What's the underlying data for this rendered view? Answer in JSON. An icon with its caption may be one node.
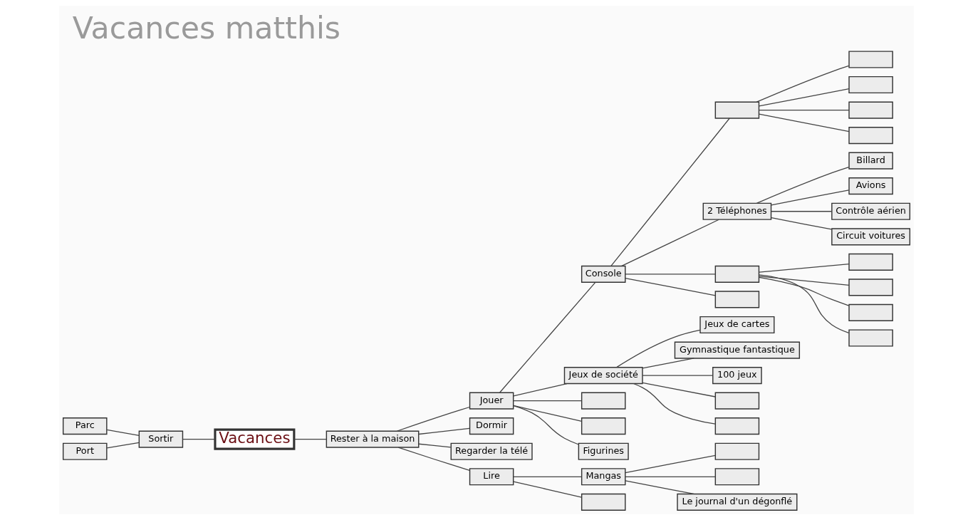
{
  "diagram": {
    "title": "Vacances matthis",
    "nodes": [
      {
        "text": [
          "Vacances"
        ]
      },
      {
        "text": [
          "Sortir"
        ]
      },
      {
        "text": [
          "Parc"
        ]
      },
      {
        "text": [
          "Port"
        ]
      },
      {
        "text": [
          "Rester à la maison"
        ]
      },
      {
        "text": [
          "Jouer"
        ]
      },
      {
        "text": [
          "Console"
        ]
      },
      {
        "text": [],
        "shape": "box"
      },
      {
        "text": [],
        "shape": "box"
      },
      {
        "text": [],
        "shape": "box"
      },
      {
        "text": [],
        "shape": "box"
      },
      {
        "text": [],
        "shape": "box"
      },
      {
        "text": [
          "2 Téléphones"
        ]
      },
      {
        "text": [
          "Billard"
        ]
      },
      {
        "text": [
          "Avions"
        ]
      },
      {
        "text": [
          "Contrôle aérien"
        ]
      },
      {
        "text": [
          "Circuit voitures"
        ]
      },
      {
        "text": [],
        "shape": "box"
      },
      {
        "text": [],
        "shape": "box"
      },
      {
        "text": [],
        "shape": "box"
      },
      {
        "text": [],
        "shape": "box"
      },
      {
        "text": [],
        "shape": "box"
      },
      {
        "text": [],
        "shape": "box"
      },
      {
        "text": [
          "Jeux de société"
        ]
      },
      {
        "text": [
          "Jeux de cartes"
        ]
      },
      {
        "text": [
          "Gymnastique fantastique"
        ]
      },
      {
        "text": [
          "100 jeux"
        ]
      },
      {
        "text": [],
        "shape": "box"
      },
      {
        "text": [],
        "shape": "box"
      },
      {
        "text": [],
        "shape": "box"
      },
      {
        "text": [],
        "shape": "box"
      },
      {
        "text": [
          "Figurines"
        ]
      },
      {
        "text": [
          "Dormir"
        ]
      },
      {
        "text": [
          "Regarder la télé"
        ]
      },
      {
        "text": [
          "Lire"
        ]
      },
      {
        "text": [
          "Mangas"
        ]
      },
      {
        "text": [],
        "shape": "box"
      },
      {
        "text": [],
        "shape": "box"
      },
      {
        "text": [
          "Le journal d'un dégonflé"
        ]
      },
      {
        "text": [],
        "shape": "box"
      }
    ],
    "edges": [
      {
        "from": 1,
        "to": 0,
        "arrow": "none"
      },
      {
        "from": 2,
        "to": 1,
        "arrow": "none"
      },
      {
        "from": 3,
        "to": 1,
        "arrow": "none"
      },
      {
        "from": 0,
        "to": 4,
        "arrow": "none"
      },
      {
        "from": 4,
        "to": 5,
        "arrow": "none"
      },
      {
        "from": 5,
        "to": 6,
        "arrow": "none"
      },
      {
        "from": 6,
        "to": 7,
        "arrow": "none"
      },
      {
        "from": 7,
        "to": 8,
        "arrow": "none"
      },
      {
        "from": 7,
        "to": 9,
        "arrow": "none"
      },
      {
        "from": 7,
        "to": 10,
        "arrow": "none"
      },
      {
        "from": 7,
        "to": 11,
        "arrow": "none"
      },
      {
        "from": 6,
        "to": 12,
        "arrow": "none"
      },
      {
        "from": 12,
        "to": 13,
        "arrow": "none"
      },
      {
        "from": 12,
        "to": 14,
        "arrow": "none"
      },
      {
        "from": 12,
        "to": 15,
        "arrow": "none"
      },
      {
        "from": 12,
        "to": 16,
        "arrow": "none"
      },
      {
        "from": 6,
        "to": 17,
        "arrow": "none"
      },
      {
        "from": 17,
        "to": 18,
        "arrow": "none"
      },
      {
        "from": 17,
        "to": 19,
        "arrow": "none"
      },
      {
        "from": 17,
        "to": 20,
        "arrow": "none"
      },
      {
        "from": 17,
        "to": 21,
        "arrow": "none"
      },
      {
        "from": 6,
        "to": 22,
        "arrow": "none"
      },
      {
        "from": 5,
        "to": 23,
        "arrow": "none"
      },
      {
        "from": 23,
        "to": 24,
        "arrow": "none"
      },
      {
        "from": 23,
        "to": 25,
        "arrow": "none"
      },
      {
        "from": 23,
        "to": 26,
        "arrow": "none"
      },
      {
        "from": 23,
        "to": 27,
        "arrow": "none"
      },
      {
        "from": 23,
        "to": 28,
        "arrow": "none"
      },
      {
        "from": 5,
        "to": 29,
        "arrow": "none"
      },
      {
        "from": 5,
        "to": 30,
        "arrow": "none"
      },
      {
        "from": 5,
        "to": 31,
        "arrow": "none"
      },
      {
        "from": 4,
        "to": 32,
        "arrow": "none"
      },
      {
        "from": 4,
        "to": 33,
        "arrow": "none"
      },
      {
        "from": 4,
        "to": 34,
        "arrow": "none"
      },
      {
        "from": 34,
        "to": 35,
        "arrow": "none"
      },
      {
        "from": 35,
        "to": 36,
        "arrow": "none"
      },
      {
        "from": 35,
        "to": 37,
        "arrow": "none"
      },
      {
        "from": 35,
        "to": 38,
        "arrow": "none"
      },
      {
        "from": 34,
        "to": 39,
        "arrow": "none"
      }
    ]
  }
}
